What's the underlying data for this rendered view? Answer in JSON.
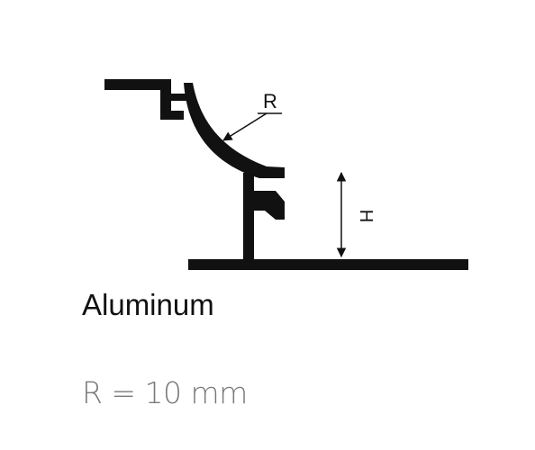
{
  "drawing": {
    "radius_symbol": "R",
    "height_symbol": "H",
    "stroke_color": "#111111"
  },
  "material": "Aluminum",
  "radius_value": "R = 10 mm",
  "colors": {
    "background": "#ffffff",
    "material_text": "#111111",
    "radius_text": "#7a7a7a"
  }
}
